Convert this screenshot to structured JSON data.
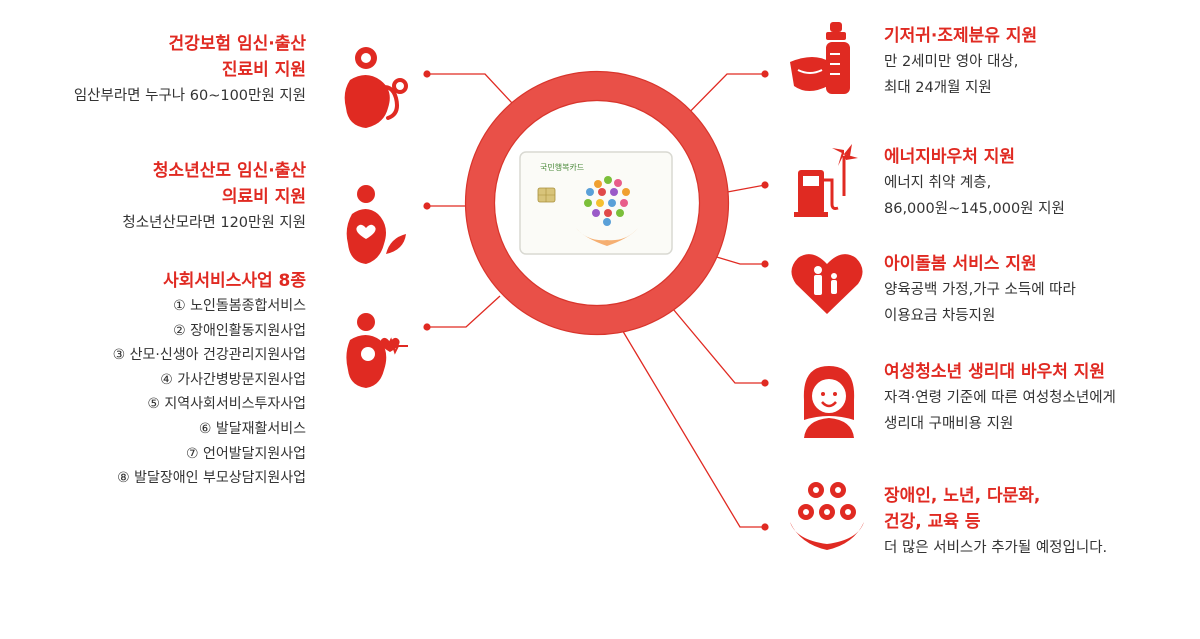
{
  "colors": {
    "accent": "#e02a22",
    "ring": "#e95048",
    "text": "#333333"
  },
  "left": [
    {
      "title_lines": [
        "건강보험 임신·출산",
        "진료비 지원"
      ],
      "desc_lines": [
        "임산부라면 누구나 60~100만원 지원"
      ],
      "icon": "pregnant-woman-stethoscope-icon"
    },
    {
      "title_lines": [
        "청소년산모 임신·출산",
        "의료비 지원"
      ],
      "desc_lines": [
        "청소년산모라면 120만원 지원"
      ],
      "icon": "pregnant-heart-leaf-icon"
    },
    {
      "title_lines": [
        "사회서비스사업 8종"
      ],
      "desc_lines": [
        "① 노인돌봄종합서비스",
        "② 장애인활동지원사업",
        "③ 산모·신생아 건강관리지원사업",
        "④ 가사간병방문지원사업",
        "⑤ 지역사회서비스투자사업",
        "⑥ 발달재활서비스",
        "⑦ 언어발달지원사업",
        "⑧ 발달장애인 부모상담지원사업"
      ],
      "icon": "mother-baby-heartbeat-icon"
    }
  ],
  "right": [
    {
      "title_lines": [
        "기저귀·조제분유 지원"
      ],
      "desc_lines": [
        "만 2세미만 영아 대상,",
        "최대 24개월 지원"
      ],
      "icon": "diaper-bottle-icon"
    },
    {
      "title_lines": [
        "에너지바우처 지원"
      ],
      "desc_lines": [
        "에너지 취약 계층,",
        "86,000원~145,000원 지원"
      ],
      "icon": "fuel-windmill-icon"
    },
    {
      "title_lines": [
        "아이돌봄 서비스 지원"
      ],
      "desc_lines": [
        "양육공백 가정,가구 소득에 따라",
        "이용요금 차등지원"
      ],
      "icon": "heart-family-icon"
    },
    {
      "title_lines": [
        "여성청소년 생리대 바우처 지원"
      ],
      "desc_lines": [
        "자격·연령 기준에 따른 여성청소년에게",
        "생리대 구매비용 지원"
      ],
      "icon": "girl-face-icon"
    },
    {
      "title_lines": [
        "장애인, 노년, 다문화,",
        "건강, 교육 등"
      ],
      "desc_lines": [
        "더 많은 서비스가 추가될 예정입니다."
      ],
      "icon": "hands-services-icon"
    }
  ],
  "card": {
    "label": "국민행복카드",
    "icon": "happiness-card-icon"
  }
}
